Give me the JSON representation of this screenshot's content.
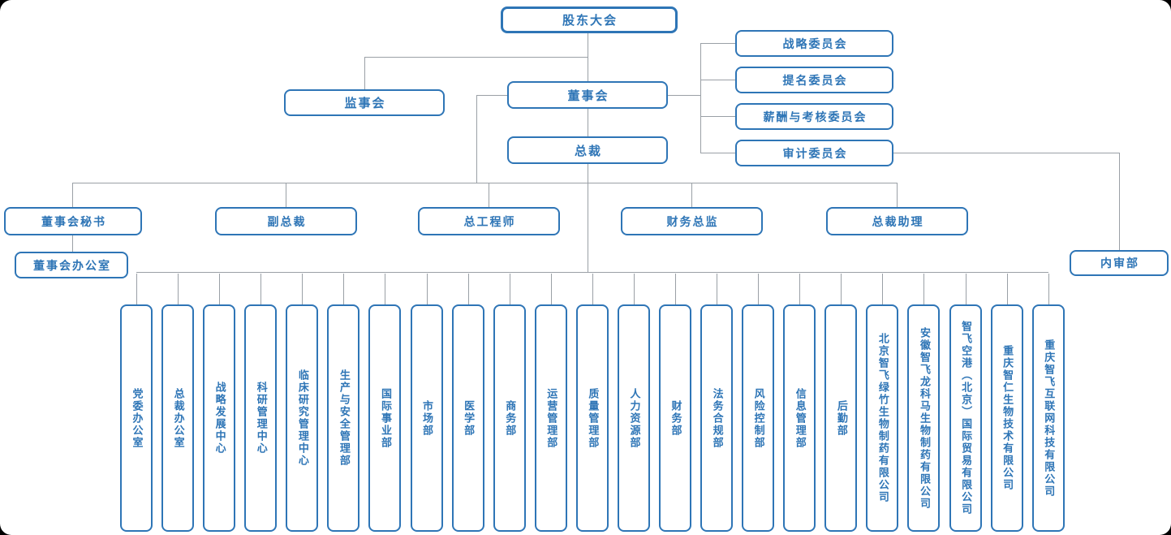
{
  "org": {
    "shareholders": "股东大会",
    "supervisory_board": "监事会",
    "board": "董事会",
    "committees": [
      "战略委员会",
      "提名委员会",
      "薪酬与考核委员会",
      "审计委员会"
    ],
    "president": "总裁",
    "executives": [
      "董事会秘书",
      "副总裁",
      "总工程师",
      "财务总监",
      "总裁助理"
    ],
    "board_office": "董事会办公室",
    "internal_audit": "内审部",
    "departments": [
      "党委办公室",
      "总裁办公室",
      "战略发展中心",
      "科研管理中心",
      "临床研究管理中心",
      "生产与安全管理部",
      "国际事业部",
      "市场部",
      "医学部",
      "商务部",
      "运营管理部",
      "质量管理部",
      "人力资源部",
      "财务部",
      "法务合规部",
      "风险控制部",
      "信息管理部",
      "后勤部",
      "北京智飞绿竹生物制药有限公司",
      "安徽智飞龙科马生物制药有限公司",
      "智飞空港（北京）国际贸易有限公司",
      "重庆智仁生物技术有限公司",
      "重庆智飞互联网科技有限公司"
    ],
    "colors": {
      "box_border": "#2E75B6",
      "text": "#2E75B6",
      "line": "#9E9E9E",
      "background": "#FFFFFF"
    }
  }
}
